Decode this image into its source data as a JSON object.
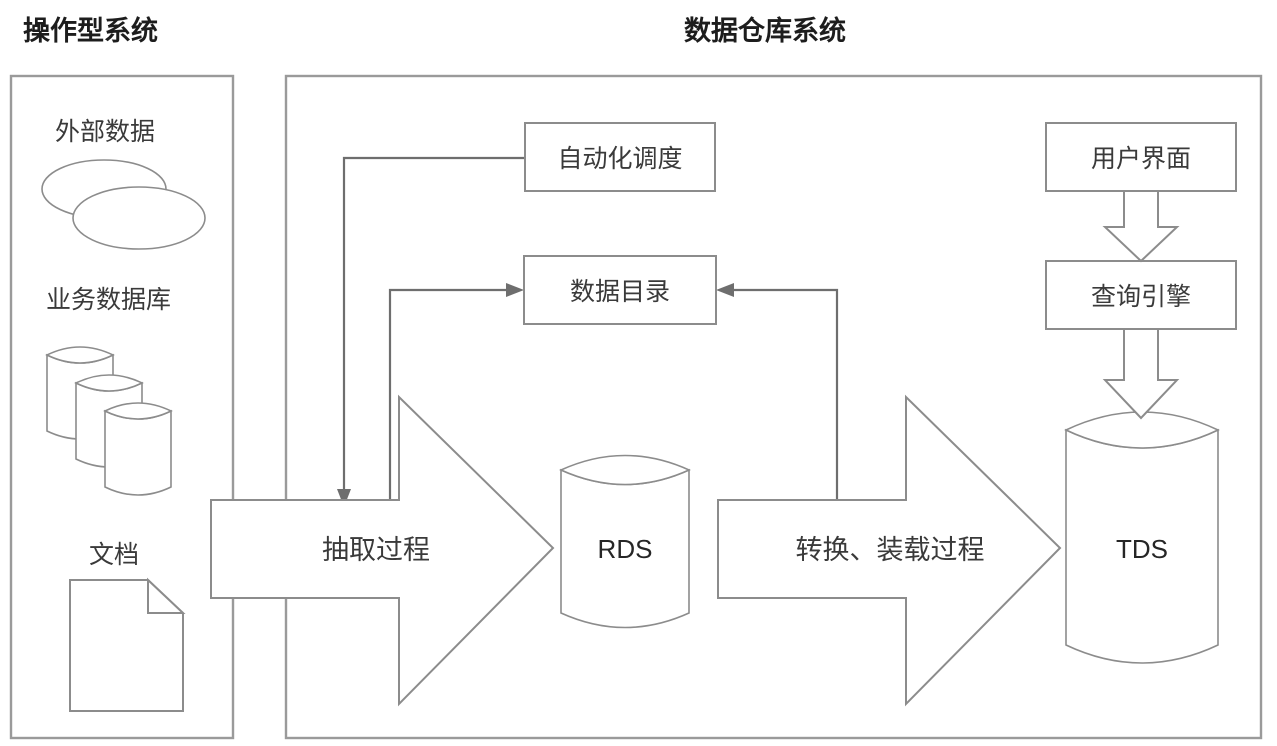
{
  "diagram": {
    "title_left": "操作型系统",
    "title_right": "数据仓库系统",
    "panels": {
      "operational": {
        "name": "operational-systems-panel"
      },
      "warehouse": {
        "name": "data-warehouse-panel"
      }
    },
    "sources": [
      {
        "id": "external-data",
        "label": "外部数据",
        "icon": "overlapping-ellipses-icon"
      },
      {
        "id": "business-database",
        "label": "业务数据库",
        "icon": "stacked-cylinders-icon"
      },
      {
        "id": "document",
        "label": "文档",
        "icon": "document-page-icon"
      }
    ],
    "boxes": [
      {
        "id": "scheduler",
        "label": "自动化调度"
      },
      {
        "id": "data-catalog",
        "label": "数据目录"
      },
      {
        "id": "user-interface",
        "label": "用户界面"
      },
      {
        "id": "query-engine",
        "label": "查询引擎"
      }
    ],
    "processes": [
      {
        "id": "extract-process",
        "label": "抽取过程"
      },
      {
        "id": "transform-load-process",
        "label": "转换、装载过程"
      }
    ],
    "stores": [
      {
        "id": "rds",
        "label": "RDS"
      },
      {
        "id": "tds",
        "label": "TDS"
      }
    ],
    "colors": {
      "shape_stroke": "#8c8c8c",
      "panel_stroke": "#9a9a9a",
      "connector_stroke": "#6e6e6e",
      "text": "#3a3a3a",
      "title_text": "#1d1d1d",
      "background": "#ffffff"
    }
  }
}
